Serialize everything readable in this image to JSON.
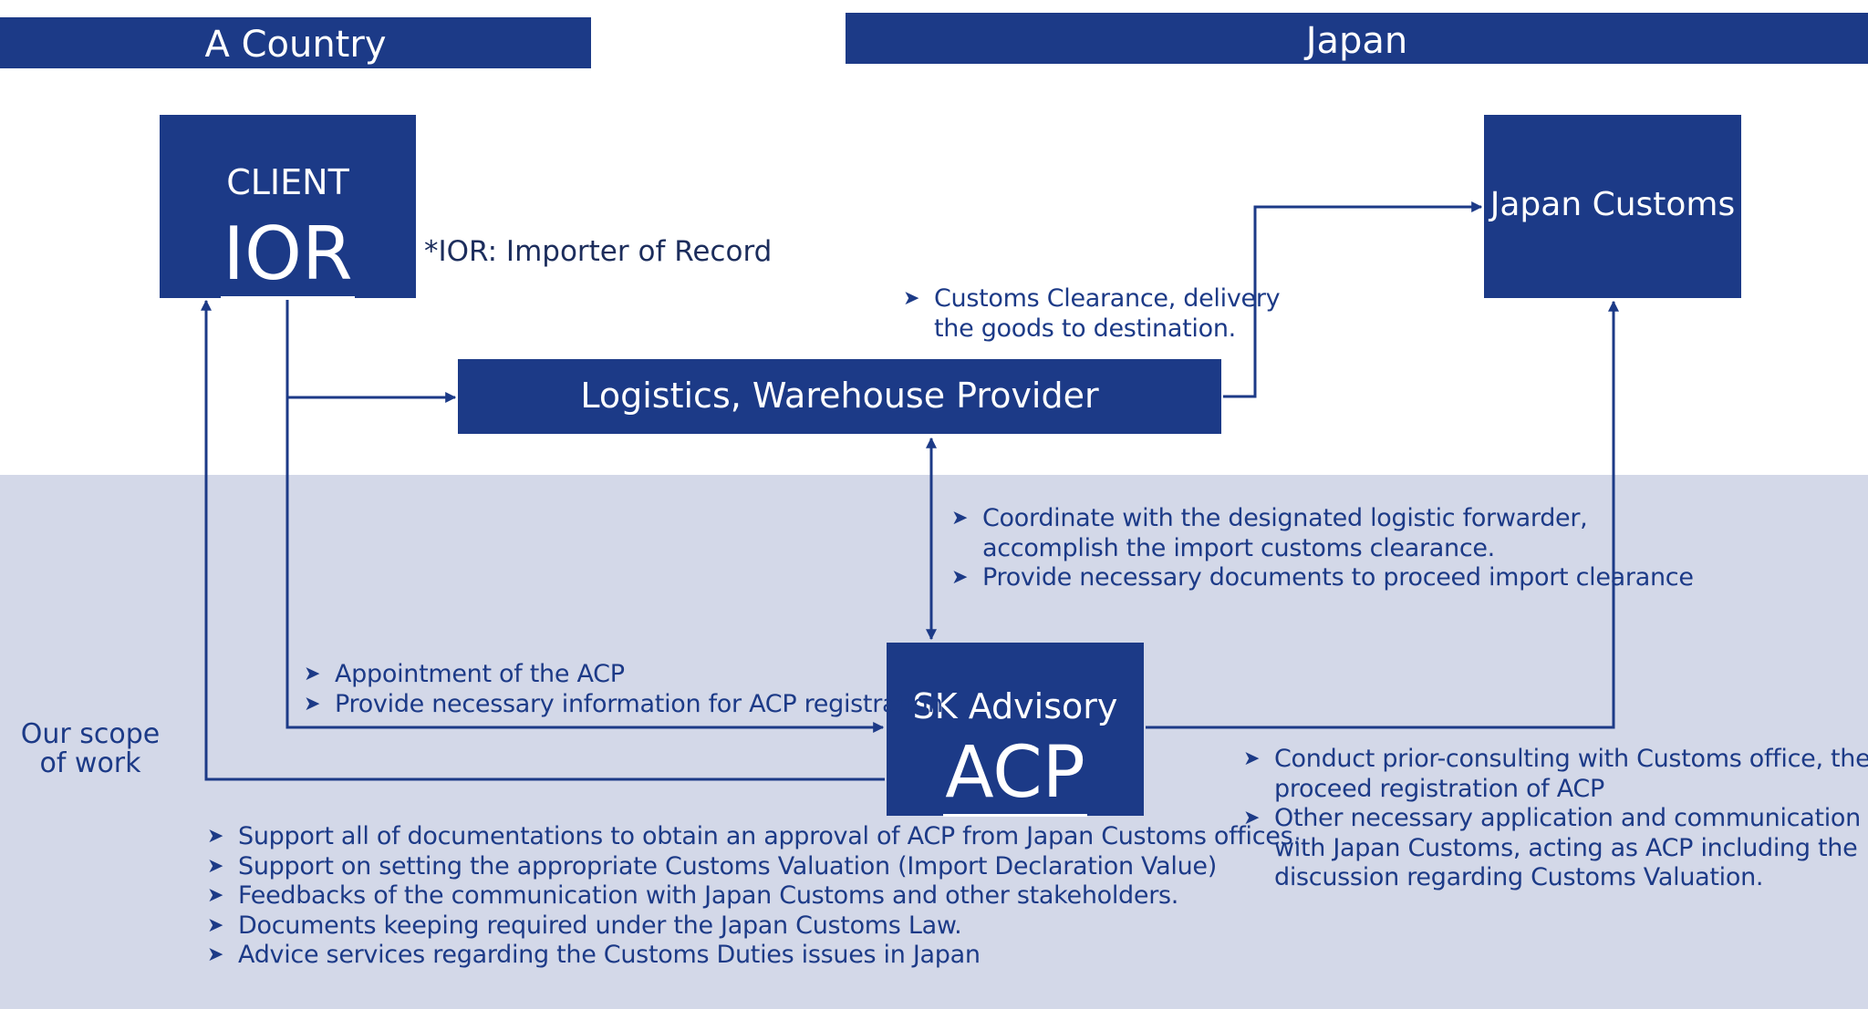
{
  "regions": {
    "left": "A Country",
    "right": "Japan",
    "scope": [
      "Our scope",
      "of work"
    ]
  },
  "boxes": {
    "client": {
      "label": "CLIENT",
      "role": "IOR"
    },
    "customs": {
      "label": "Japan Customs"
    },
    "logistics": {
      "label": "Logistics, Warehouse Provider"
    },
    "acp": {
      "label": "SK Advisory",
      "role": "ACP"
    }
  },
  "note": "*IOR: Importer of Record",
  "bullets": {
    "logistics_role": [
      [
        "Customs Clearance, delivery",
        "the goods to destination."
      ]
    ],
    "coordination": [
      [
        "Coordinate with the designated logistic forwarder,",
        "accomplish the import customs clearance."
      ],
      [
        "Provide necessary documents to proceed import clearance"
      ]
    ],
    "appointment": [
      [
        "Appointment of the ACP"
      ],
      [
        "Provide necessary information for ACP registration"
      ]
    ],
    "customs_role": [
      [
        "Conduct prior-consulting with Customs office, then",
        "proceed registration of ACP"
      ],
      [
        "Other necessary application and communication",
        "with Japan Customs, acting as ACP including the",
        "discussion regarding Customs Valuation."
      ]
    ],
    "support": [
      [
        "Support all of documentations to obtain an approval of ACP from Japan Customs offices."
      ],
      [
        "Support on setting the appropriate Customs Valuation (Import Declaration Value)"
      ],
      [
        "Feedbacks of the communication with Japan Customs and other stakeholders."
      ],
      [
        "Documents keeping required under the Japan Customs Law."
      ],
      [
        "Advice services regarding the Customs Duties issues in Japan"
      ]
    ]
  },
  "colors": {
    "primary": "#1c3a87",
    "scope_background": "#d3d8e8",
    "text_on_primary": "#ffffff"
  }
}
